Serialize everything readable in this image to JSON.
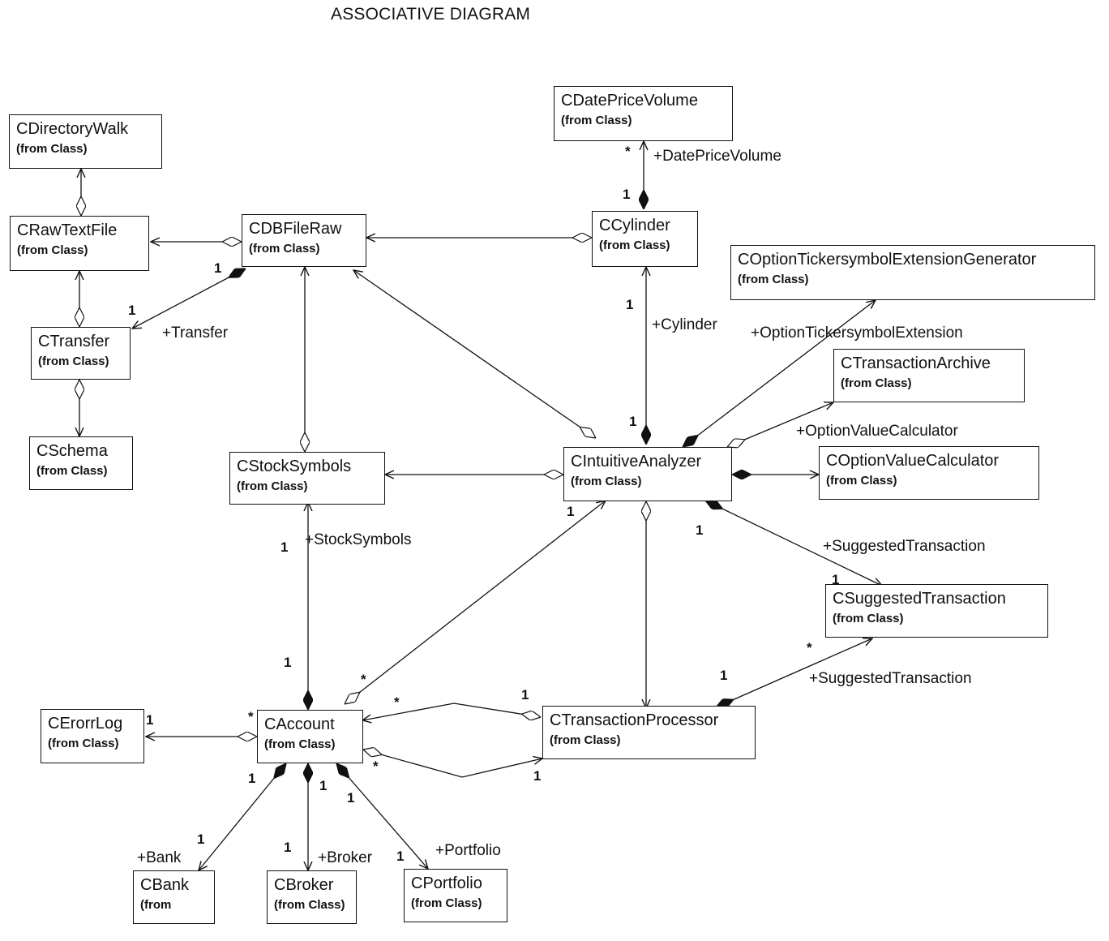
{
  "title": "ASSOCIATIVE DIAGRAM",
  "classes": {
    "dirwalk": {
      "name": "CDirectoryWalk",
      "stereo": "(from Class)"
    },
    "rawtext": {
      "name": "CRawTextFile",
      "stereo": "(from Class)"
    },
    "transfer": {
      "name": "CTransfer",
      "stereo": "(from Class)"
    },
    "schema": {
      "name": "CSchema",
      "stereo": "(from Class)"
    },
    "dbfileraw": {
      "name": "CDBFileRaw",
      "stereo": "(from Class)"
    },
    "datepricevolume": {
      "name": "CDatePriceVolume",
      "stereo": "(from Class)"
    },
    "cylinder": {
      "name": "CCylinder",
      "stereo": "(from Class)"
    },
    "optticker": {
      "name": "COptionTickersymbolExtensionGenerator",
      "stereo": "(from Class)"
    },
    "transarchive": {
      "name": "CTransactionArchive",
      "stereo": "(from Class)"
    },
    "stocksymbols": {
      "name": "CStockSymbols",
      "stereo": "(from Class)"
    },
    "intuitive": {
      "name": "CIntuitiveAnalyzer",
      "stereo": "(from Class)"
    },
    "optvalue": {
      "name": "COptionValueCalculator",
      "stereo": "(from Class)"
    },
    "suggested": {
      "name": "CSuggestedTransaction",
      "stereo": "(from Class)"
    },
    "errorlog": {
      "name": "CErorrLog",
      "stereo": "(from Class)"
    },
    "account": {
      "name": "CAccount",
      "stereo": "(from Class)"
    },
    "transproc": {
      "name": "CTransactionProcessor",
      "stereo": "(from Class)"
    },
    "bank": {
      "name": "CBank",
      "stereo": "(from"
    },
    "broker": {
      "name": "CBroker",
      "stereo": "(from Class)"
    },
    "portfolio": {
      "name": "CPortfolio",
      "stereo": "(from Class)"
    }
  },
  "roles": {
    "datepricevolume": "+DatePriceVolume",
    "transfer": "+Transfer",
    "cylinder": "+Cylinder",
    "optticker": "+OptionTickersymbolExtension",
    "optvalue": "+OptionValueCalculator",
    "stocksymbols": "+StockSymbols",
    "suggested_a": "+SuggestedTransaction",
    "suggested_b": "+SuggestedTransaction",
    "bank": "+Bank",
    "broker": "+Broker",
    "portfolio": "+Portfolio"
  },
  "multiplicities": {
    "one": "1",
    "many": "*"
  }
}
